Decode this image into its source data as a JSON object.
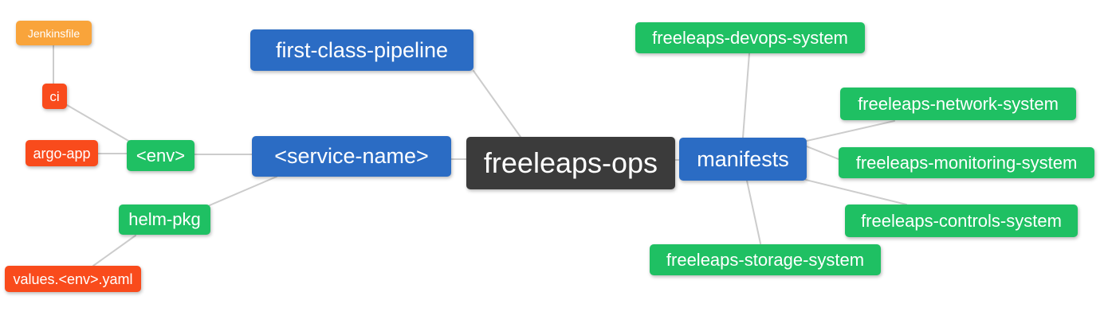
{
  "diagram": {
    "type": "mindmap",
    "background": "#ffffff",
    "edge_color": "#cccccc",
    "text_color": "#ffffff"
  },
  "palette": {
    "root-color": "#3b3b3b",
    "level2": "#2b6cc4",
    "level3": "#1fc063",
    "level4": "#f94b1c",
    "level5": "#f9a43b",
    "edge": "#cccccc",
    "text": "#ffffff",
    "background": "#ffffff"
  },
  "nodes": {
    "root": {
      "label": "freeleaps-ops",
      "level": 1,
      "color": "#3b3b3b"
    },
    "first_class_pipeline": {
      "label": "first-class-pipeline",
      "level": 2,
      "color": "#2b6cc4"
    },
    "service_name": {
      "label": "<service-name>",
      "level": 2,
      "color": "#2b6cc4"
    },
    "manifests": {
      "label": "manifests",
      "level": 2,
      "color": "#2b6cc4"
    },
    "env": {
      "label": "<env>",
      "level": 3,
      "color": "#1fc063"
    },
    "helm_pkg": {
      "label": "helm-pkg",
      "level": 3,
      "color": "#1fc063"
    },
    "ci": {
      "label": "ci",
      "level": 4,
      "color": "#f94b1c"
    },
    "argo_app": {
      "label": "argo-app",
      "level": 4,
      "color": "#f94b1c"
    },
    "jenkinsfile": {
      "label": "Jenkinsfile",
      "level": 5,
      "color": "#f9a43b"
    },
    "values_env_yaml": {
      "label": "values.<env>.yaml",
      "level": 4,
      "color": "#f94b1c"
    },
    "devops_system": {
      "label": "freeleaps-devops-system",
      "level": 3,
      "color": "#1fc063"
    },
    "network_system": {
      "label": "freeleaps-network-system",
      "level": 3,
      "color": "#1fc063"
    },
    "monitoring_system": {
      "label": "freeleaps-monitoring-system",
      "level": 3,
      "color": "#1fc063"
    },
    "controls_system": {
      "label": "freeleaps-controls-system",
      "level": 3,
      "color": "#1fc063"
    },
    "storage_system": {
      "label": "freeleaps-storage-system",
      "level": 3,
      "color": "#1fc063"
    }
  },
  "edges": [
    {
      "from": "Jenkinsfile",
      "to": "ci"
    },
    {
      "from": "ci",
      "to": "<env>"
    },
    {
      "from": "argo-app",
      "to": "<env>"
    },
    {
      "from": "<env>",
      "to": "<service-name>"
    },
    {
      "from": "helm-pkg",
      "to": "<service-name>"
    },
    {
      "from": "values.<env>.yaml",
      "to": "helm-pkg"
    },
    {
      "from": "<service-name>",
      "to": "freeleaps-ops"
    },
    {
      "from": "first-class-pipeline",
      "to": "freeleaps-ops"
    },
    {
      "from": "freeleaps-ops",
      "to": "manifests"
    },
    {
      "from": "manifests",
      "to": "freeleaps-devops-system"
    },
    {
      "from": "manifests",
      "to": "freeleaps-network-system"
    },
    {
      "from": "manifests",
      "to": "freeleaps-monitoring-system"
    },
    {
      "from": "manifests",
      "to": "freeleaps-controls-system"
    },
    {
      "from": "manifests",
      "to": "freeleaps-storage-system"
    }
  ]
}
